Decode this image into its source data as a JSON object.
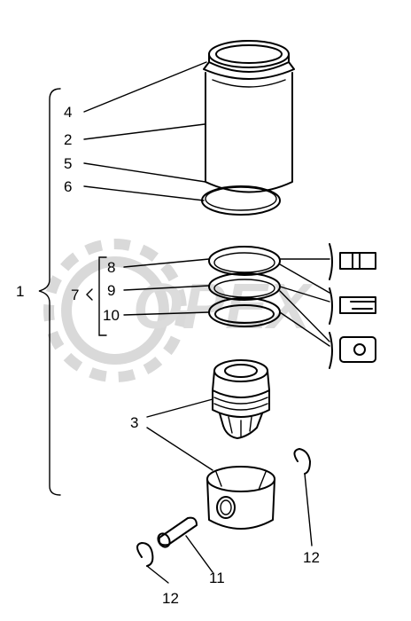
{
  "diagram": {
    "labels": {
      "l1": "1",
      "l2": "2",
      "l3": "3",
      "l4": "4",
      "l5": "5",
      "l6": "6",
      "l7": "7",
      "l8": "8",
      "l9": "9",
      "l10": "10",
      "l11": "11",
      "l12a": "12",
      "l12b": "12"
    },
    "watermark": "OPEX"
  }
}
